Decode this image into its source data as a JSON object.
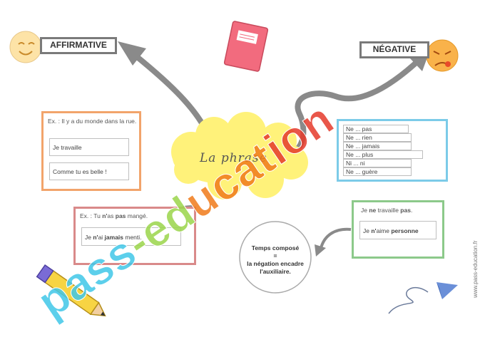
{
  "labels": {
    "affirmative": "AFFIRMATIVE",
    "negative": "NÉGATIVE"
  },
  "center": {
    "title": "La phrase"
  },
  "affirmative_card": {
    "example": "Ex. : Il y a du monde dans la rue.",
    "item1": "Je travaille",
    "item2": "Comme tu es belle !"
  },
  "negative_example_card": {
    "ex_prefix": "Ex. : Tu ",
    "ex_n": "n'",
    "ex_mid": "as ",
    "ex_pas": "pas",
    "ex_end": " mangé.",
    "item_prefix": "Je ",
    "item_n": "n'",
    "item_mid": "ai ",
    "item_jamais": "jamais",
    "item_end": " menti."
  },
  "negation_list": [
    "Ne ... pas",
    "Ne ... rien",
    "Ne ... jamais",
    "Ne ... plus",
    "Ni ... ni",
    "Ne ... guère"
  ],
  "green_card": {
    "line1_prefix": "Je ",
    "line1_ne": "ne",
    "line1_mid": " travaille ",
    "line1_pas": "pas",
    "line1_end": ".",
    "line2_prefix": "Je ",
    "line2_n": "n'",
    "line2_mid": "aime ",
    "line2_personne": "personne"
  },
  "circle": {
    "line1": "Temps composé",
    "line2": "=",
    "line3": "la négation encadre",
    "line4": "l'auxiliaire."
  },
  "watermark": "pass-education",
  "side_url": "www.pass-education.fr",
  "icons": [
    "smiley-happy-icon",
    "smiley-angry-icon",
    "notebook-icon",
    "pencil-icon",
    "paper-plane-icon"
  ],
  "colors": {
    "affirmative_card": "#f2a46b",
    "negative_example_card": "#d98a8a",
    "negation_list_card": "#7ccbe8",
    "green_card": "#8cc98a",
    "center_cloud": "#fff27a",
    "arrow": "#8a8a8a",
    "watermark_cyan": "#3fc7e8",
    "watermark_green": "#9ad54a",
    "watermark_orange": "#f07a1a",
    "watermark_red": "#e53a2a"
  }
}
